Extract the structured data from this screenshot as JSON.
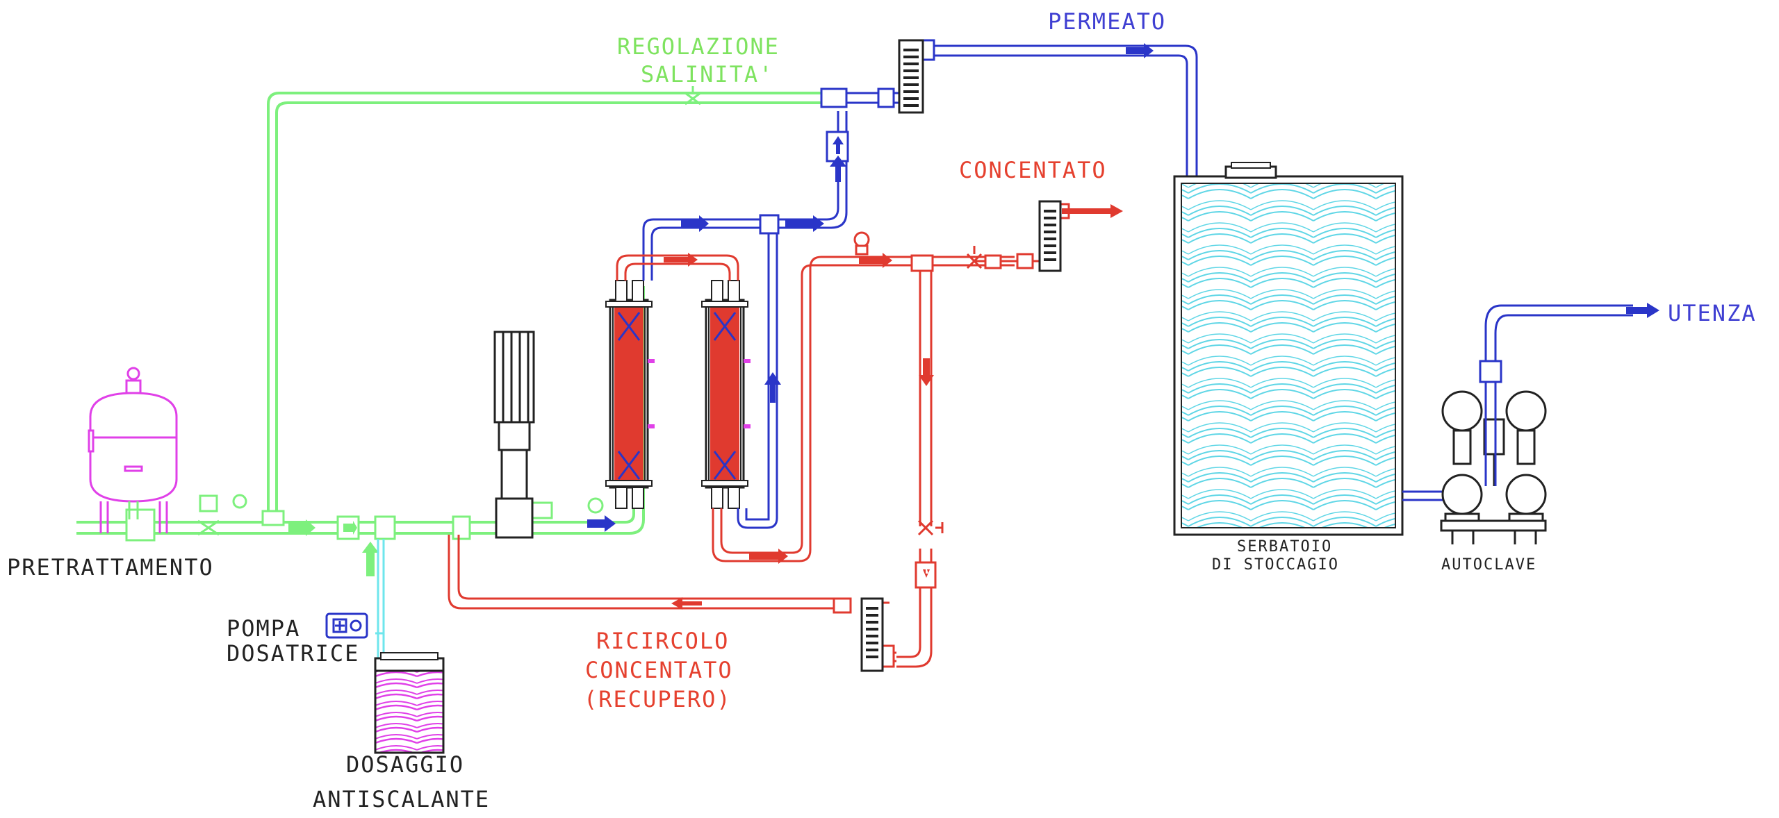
{
  "labels": {
    "pretrattamento": "PRETRATTAMENTO",
    "regolazione_1": "REGOLAZIONE",
    "regolazione_2": "SALINITA'",
    "permeato": "PERMEATO",
    "concentato": "CONCENTATO",
    "utenza": "UTENZA",
    "pompa_1": "POMPA",
    "pompa_2": "DOSATRICE",
    "dosaggio_1": "DOSAGGIO",
    "dosaggio_2": "ANTISCALANTE",
    "ricircolo_1": "RICIRCOLO",
    "ricircolo_2": "CONCENTATO",
    "ricircolo_3": "(RECUPERO)",
    "serbatoio_1": "SERBATOIO",
    "serbatoio_2": "DI STOCCAGIO",
    "autoclave": "AUTOCLAVE"
  },
  "colors": {
    "feed": "#7df07d",
    "permeate": "#2a35c8",
    "concentrate": "#e03a2f",
    "dosing": "#6ee6ec",
    "tank_water": "#5fd6e6",
    "vessel": "#e040e8",
    "outline": "#222222",
    "label_permeate": "#3f3fd2",
    "label_concentrate": "#e5402e",
    "label_feed": "#7ee35f",
    "label_dark": "#222222"
  }
}
